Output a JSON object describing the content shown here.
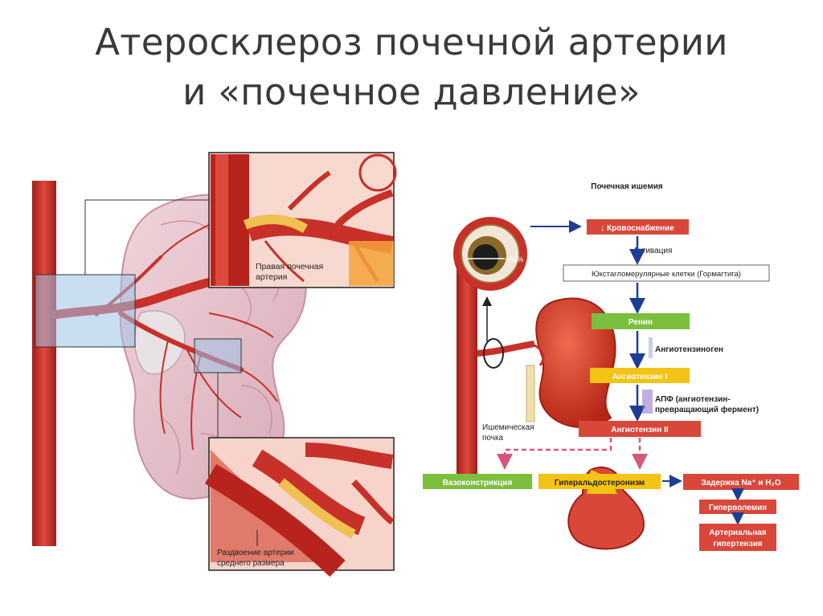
{
  "title": {
    "line1": "Атеросклероз почечной артерии",
    "line2": "и «почечное давление»"
  },
  "left_illustration": {
    "inset_top_label_line1": "Правая почечная",
    "inset_top_label_line2": "артерия",
    "inset_bottom_label_line1": "Раздвоение артерии",
    "inset_bottom_label_line2": "среднего размера"
  },
  "flowchart": {
    "header": "Почечная ишемия",
    "stenosis_label": "~50%",
    "blood_flow": "↓ Кровоснабжение",
    "activation": "Активация",
    "jg_cells": "Юкстагломерулярные клетки (Гормагтига)",
    "renin": "Ренин",
    "angiotensinogen": "Ангиотензиноген",
    "angiotensin1": "Ангиотензин I",
    "ace_line1": "АПФ (ангиотензин-",
    "ace_line2": "превращающий фермент)",
    "angiotensin2": "Ангиотензин II",
    "ischemic_kidney_line1": "Ишемическая",
    "ischemic_kidney_line2": "почка",
    "vasoconstriction": "Вазоконстрикция",
    "hyperaldosteronism": "Гиперальдостеронизм",
    "retention": "Задержка Na⁺ и H₂O",
    "hypervolemia": "Гиперволемия",
    "hypertension_line1": "Артериальная",
    "hypertension_line2": "гипертензия"
  },
  "colors": {
    "artery_red": "#c8302a",
    "box_red": "#d8473a",
    "box_green": "#7cbf3f",
    "box_yellow": "#f3c315",
    "arrow_blue": "#1d3f93",
    "dashed_pink": "#d4587a"
  }
}
